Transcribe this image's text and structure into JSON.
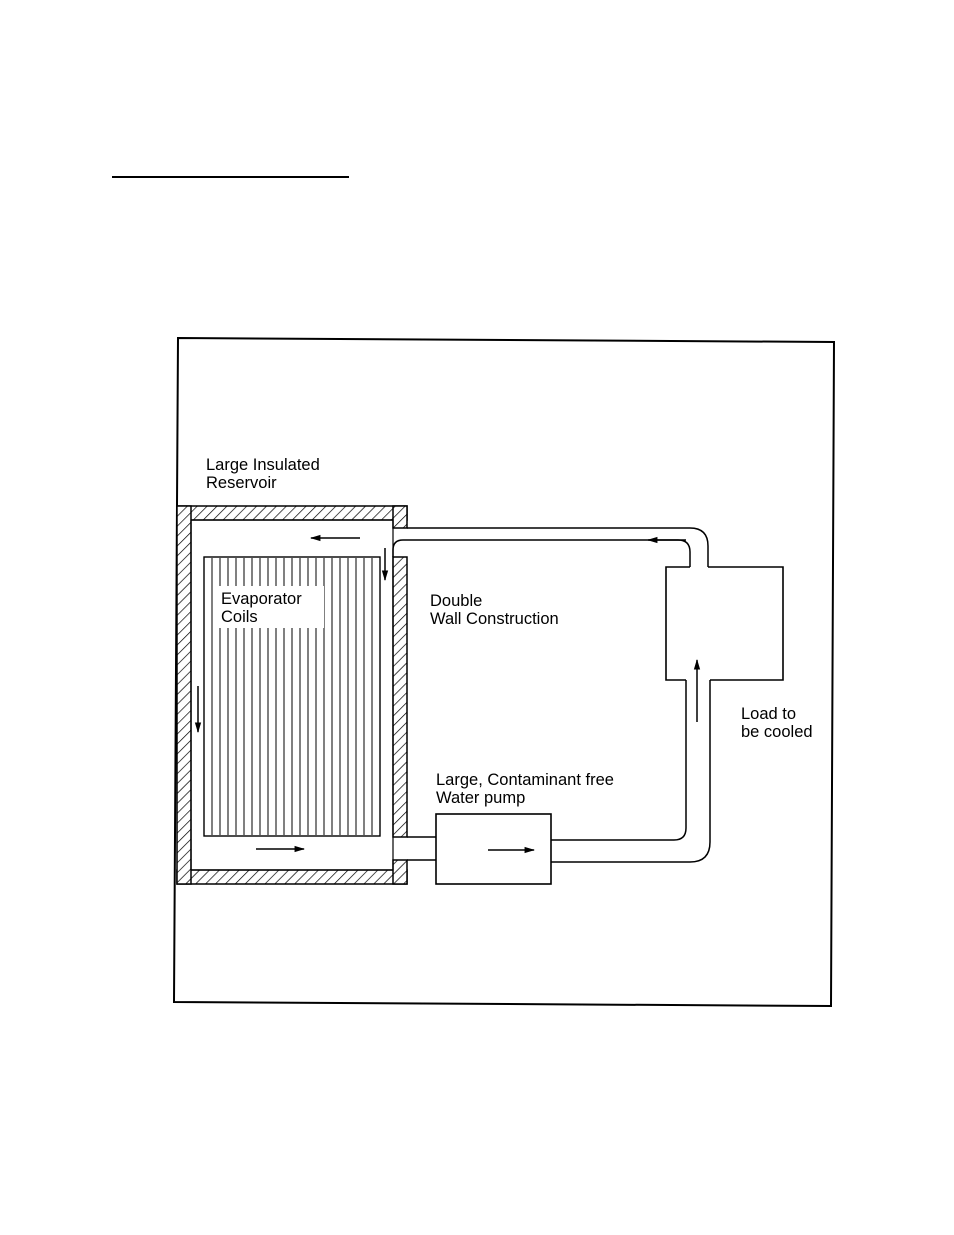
{
  "diagram": {
    "labels": {
      "reservoir_line1": "Large Insulated",
      "reservoir_line2": "Reservoir",
      "coils_line1": "Evaporator",
      "coils_line2": "Coils",
      "wall_line1": "Double",
      "wall_line2": "Wall Construction",
      "load_line1": "Load to",
      "load_line2": "be cooled",
      "pump_line1": "Large, Contaminant free",
      "pump_line2": "Water pump"
    }
  }
}
